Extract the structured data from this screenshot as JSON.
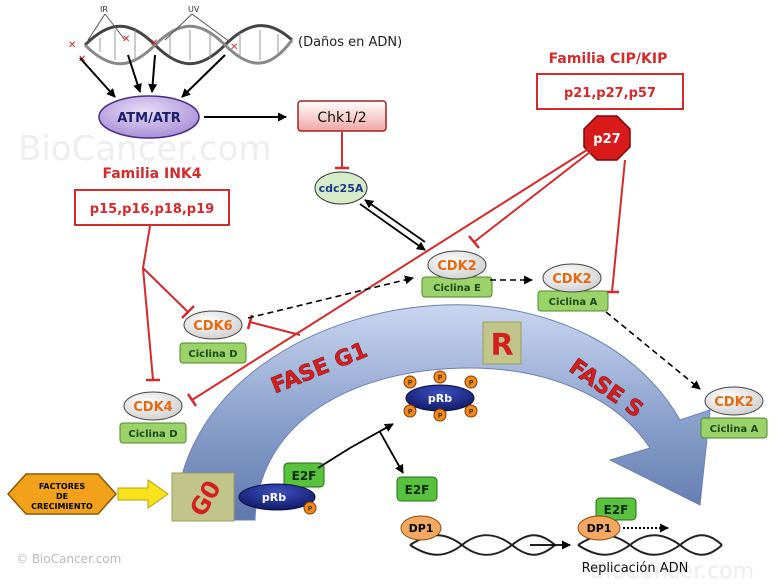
{
  "dna_damage": {
    "ir": "IR",
    "uv": "UV",
    "caption": "(Daños en ADN)"
  },
  "nodes": {
    "atm_atr": "ATM/ATR",
    "chk": "Chk1/2",
    "cdc25a": "cdc25A",
    "p27": "p27",
    "e2f_free": "E2F",
    "rb_bound": "pRb",
    "rb_bound_e2f": "E2F",
    "rb_phos": "pRb",
    "phospho": "P",
    "dp1_left": "DP1",
    "dp1_right": "DP1",
    "e2f_right": "E2F"
  },
  "families": {
    "cip_kip_title": "Familia CIP/KIP",
    "cip_kip_members": "p21,p27,p57",
    "ink4_title": "Familia INK4",
    "ink4_members": "p15,p16,p18,p19"
  },
  "complexes": {
    "cdk2_e": {
      "cdk": "CDK2",
      "cyclin": "Ciclina E"
    },
    "cdk2_a": {
      "cdk": "CDK2",
      "cyclin": "Ciclina A"
    },
    "cdk6_d": {
      "cdk": "CDK6",
      "cyclin": "Ciclina D"
    },
    "cdk4_d": {
      "cdk": "CDK4",
      "cyclin": "Ciclina D"
    },
    "cdk2_a_s": {
      "cdk": "CDK2",
      "cyclin": "Ciclina A"
    }
  },
  "cycle": {
    "g0": "G0",
    "g1": "FASE G1",
    "r": "R",
    "s": "FASE S"
  },
  "growth_factors": {
    "line1": "FACTORES",
    "line2": "DE",
    "line3": "CRECIMIENTO"
  },
  "replication": "Replicación ADN",
  "watermark": {
    "top": "BioCancer.com",
    "bottom_left": "© BioCancer.com",
    "bottom_right": "BioCancer.com"
  },
  "colors": {
    "inhibit": "#d42a2a",
    "cdk_text": "#e36a10",
    "cyclin_fill": "#9bd26a",
    "e2f_fill": "#58c23c",
    "atm_fill": "#b99be0",
    "rb_fill": "#1a2a8c",
    "phos_fill": "#f08a1a",
    "arrow_fill": "#8ea4cf"
  }
}
